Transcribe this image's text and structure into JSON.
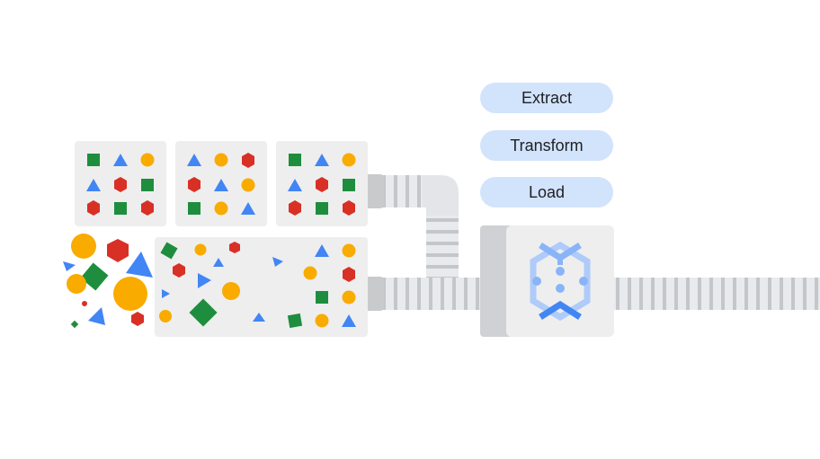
{
  "steps": [
    {
      "label": "Extract"
    },
    {
      "label": "Transform"
    },
    {
      "label": "Load"
    }
  ],
  "colors": {
    "green": "#1e8e3e",
    "blue": "#4285f4",
    "yellow": "#f9ab00",
    "red": "#d93025",
    "panel": "#eeeeee",
    "pipe": "#dadce0",
    "pill": "#d2e3fc",
    "logo_light": "#8ab4f8",
    "logo_dark": "#4285f4"
  },
  "icons": {
    "processor": "dataflow-logo-icon"
  }
}
